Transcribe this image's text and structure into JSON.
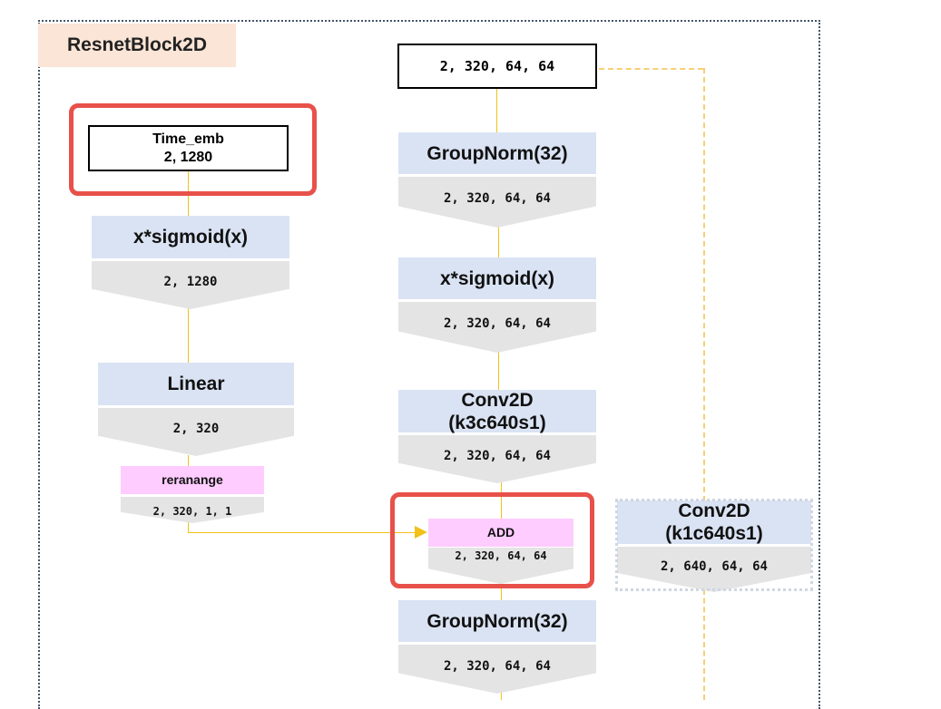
{
  "title": "ResnetBlock2D",
  "input": {
    "shape": "2, 320, 64, 64"
  },
  "time_emb": {
    "label": "Time_emb",
    "shape": "2, 1280"
  },
  "left_branch": [
    {
      "label": "x*sigmoid(x)",
      "shape": "2, 1280"
    },
    {
      "label": "Linear",
      "shape": "2, 320"
    },
    {
      "label": "reranange",
      "shape": "2, 320, 1, 1"
    }
  ],
  "main_branch": [
    {
      "label": "GroupNorm(32)",
      "shape": "2, 320, 64, 64"
    },
    {
      "label": "x*sigmoid(x)",
      "shape": "2, 320, 64, 64"
    },
    {
      "label": "Conv2D\n(k3c640s1)",
      "shape": "2, 320, 64, 64"
    },
    {
      "label": "ADD",
      "shape": "2, 320, 64, 64"
    },
    {
      "label": "GroupNorm(32)",
      "shape": "2, 320, 64, 64"
    }
  ],
  "shortcut": {
    "label": "Conv2D\n(k1c640s1)",
    "shape": "2, 640, 64, 64"
  }
}
